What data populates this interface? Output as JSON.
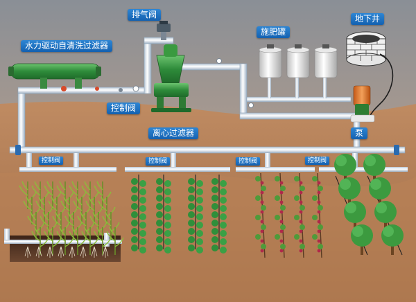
{
  "labels": {
    "exhaust_valve": "排气阀",
    "fertilizer_tank": "施肥罐",
    "well": "地下井",
    "self_clean_filter": "水力驱动自清洗过滤器",
    "control_valve_main": "控制阀",
    "centrifugal_filter": "离心过滤器",
    "pump": "泵",
    "zone_valves": [
      "控制阀",
      "控制阀",
      "控制阀",
      "控制阀"
    ]
  },
  "colors": {
    "sky_top": "#8a8f96",
    "sky_bottom": "#c2a48a",
    "soil": "#b07a52",
    "pipe": "#e6eef6",
    "pipe_edge": "#8da3b8",
    "label_blue": "#1f74c6",
    "filter_green": "#3f9b47",
    "tank": "#dcdcdc",
    "pump_orange": "#e0782c",
    "pump_green": "#2e7d32",
    "plant_green": "#2f8f3a",
    "grape_red": "#b0284a",
    "tree_green": "#3c9a3f"
  }
}
